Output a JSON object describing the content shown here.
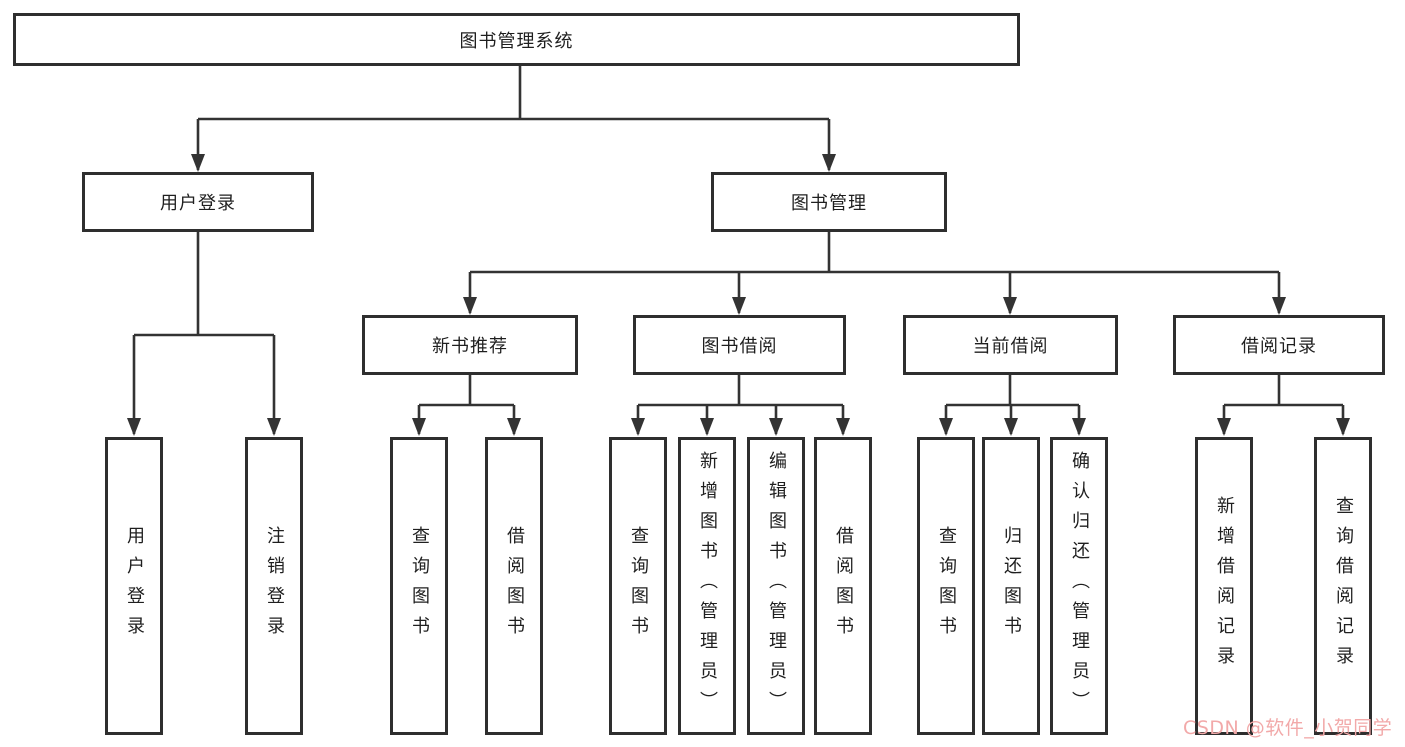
{
  "diagram": {
    "type": "tree",
    "root": {
      "label": "图书管理系统",
      "children": [
        {
          "label": "用户登录",
          "children": [
            {
              "label": "用户登录"
            },
            {
              "label": "注销登录"
            }
          ]
        },
        {
          "label": "图书管理",
          "children": [
            {
              "label": "新书推荐",
              "children": [
                {
                  "label": "查询图书"
                },
                {
                  "label": "借阅图书"
                }
              ]
            },
            {
              "label": "图书借阅",
              "children": [
                {
                  "label": "查询图书"
                },
                {
                  "label": "新增图书（管理员）"
                },
                {
                  "label": "编辑图书（管理员）"
                },
                {
                  "label": "借阅图书"
                }
              ]
            },
            {
              "label": "当前借阅",
              "children": [
                {
                  "label": "查询图书"
                },
                {
                  "label": "归还图书"
                },
                {
                  "label": "确认归还（管理员）"
                }
              ]
            },
            {
              "label": "借阅记录",
              "children": [
                {
                  "label": "新增借阅记录"
                },
                {
                  "label": "查询借阅记录"
                }
              ]
            }
          ]
        }
      ]
    }
  },
  "watermark": {
    "text": "CSDN @软件_小贺同学",
    "color": "#f2a9a9"
  },
  "colors": {
    "line": "#333333",
    "box_border": "#2e2e2e",
    "box_fill": "#ffffff",
    "text": "#1f1f1f",
    "background": "#ffffff"
  }
}
